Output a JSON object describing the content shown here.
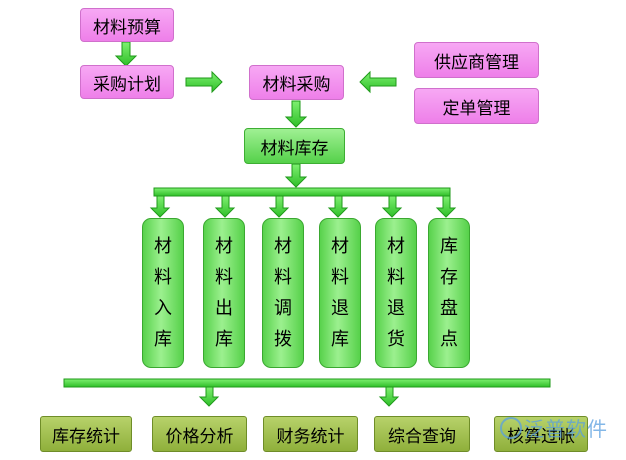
{
  "nodes": {
    "material_budget": "材料预算",
    "purchase_plan": "采购计划",
    "material_purchase": "材料采购",
    "supplier_mgmt": "供应商管理",
    "order_mgmt": "定单管理",
    "material_stock": "材料库存"
  },
  "stock_ops": [
    [
      "材",
      "料",
      "入",
      "库"
    ],
    [
      "材",
      "料",
      "出",
      "库"
    ],
    [
      "材",
      "料",
      "调",
      "拨"
    ],
    [
      "材",
      "料",
      "退",
      "库"
    ],
    [
      "材",
      "料",
      "退",
      "货"
    ],
    [
      "库",
      "存",
      "盘",
      "点"
    ]
  ],
  "outputs": [
    "库存统计",
    "价格分析",
    "财务统计",
    "综合查询",
    "核算过帐"
  ],
  "watermark": "泛普软件",
  "colors": {
    "pink": "#ee7fe9",
    "green": "#55d14a",
    "olive": "#8fb03b",
    "arrow": "#2fc22a"
  }
}
